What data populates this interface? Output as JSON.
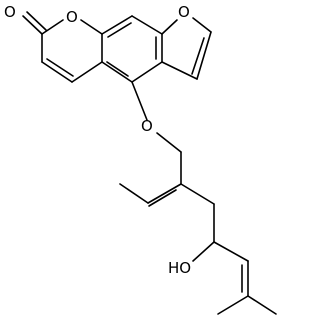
{
  "atoms": {
    "carbonyl_oxygen": "O",
    "lactone_oxygen": "O",
    "furan_oxygen": "O",
    "ether_oxygen": "O",
    "hydroxyl": "HO"
  },
  "colors": {
    "bond": "#000000",
    "label": "#000000",
    "background": "#ffffff"
  }
}
